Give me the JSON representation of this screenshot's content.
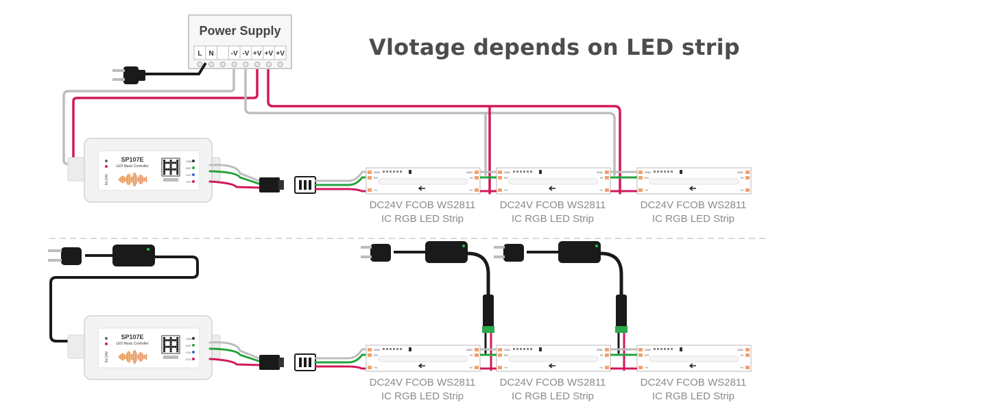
{
  "title": "Vlotage depends on LED strip",
  "power_supply": {
    "label": "Power Supply",
    "terminals": [
      "L",
      "N",
      "",
      "-V",
      "-V",
      "+V",
      "+V",
      "+V"
    ]
  },
  "controller": {
    "model": "SP107E",
    "subtitle": "LED Music Controller",
    "side_text": "5V-24V",
    "pins": [
      "GND",
      "DAT",
      "CLK",
      "VCC"
    ]
  },
  "strip": {
    "pad_labels_left": [
      "GND",
      "DO"
    ],
    "pad_labels_right": [
      "GND",
      "DI"
    ],
    "vplus": "+V",
    "label_line1": "DC24V FCOB WS2811",
    "label_line2": "IC RGB LED Strip"
  },
  "sections": [
    {
      "strips": [
        {
          "line1": "DC24V FCOB WS2811",
          "line2": "IC RGB LED Strip"
        },
        {
          "line1": "DC24V FCOB WS2811",
          "line2": "IC RGB LED Strip"
        },
        {
          "line1": "DC24V FCOB WS2811",
          "line2": "IC RGB LED Strip"
        }
      ]
    },
    {
      "strips": [
        {
          "line1": "DC24V FCOB WS2811",
          "line2": "IC RGB LED Strip"
        },
        {
          "line1": "DC24V FCOB WS2811",
          "line2": "IC RGB LED Strip"
        },
        {
          "line1": "DC24V FCOB WS2811",
          "line2": "IC RGB LED Strip"
        }
      ]
    }
  ],
  "colors": {
    "wire_gray": "#bdbdbd",
    "wire_red": "#d2185a",
    "wire_green": "#23a23a",
    "wire_black": "#1a1a1a",
    "pad_orange": "#f2a06a",
    "text_dark": "#4d4d4d",
    "text_gray": "#8a8a8a"
  }
}
